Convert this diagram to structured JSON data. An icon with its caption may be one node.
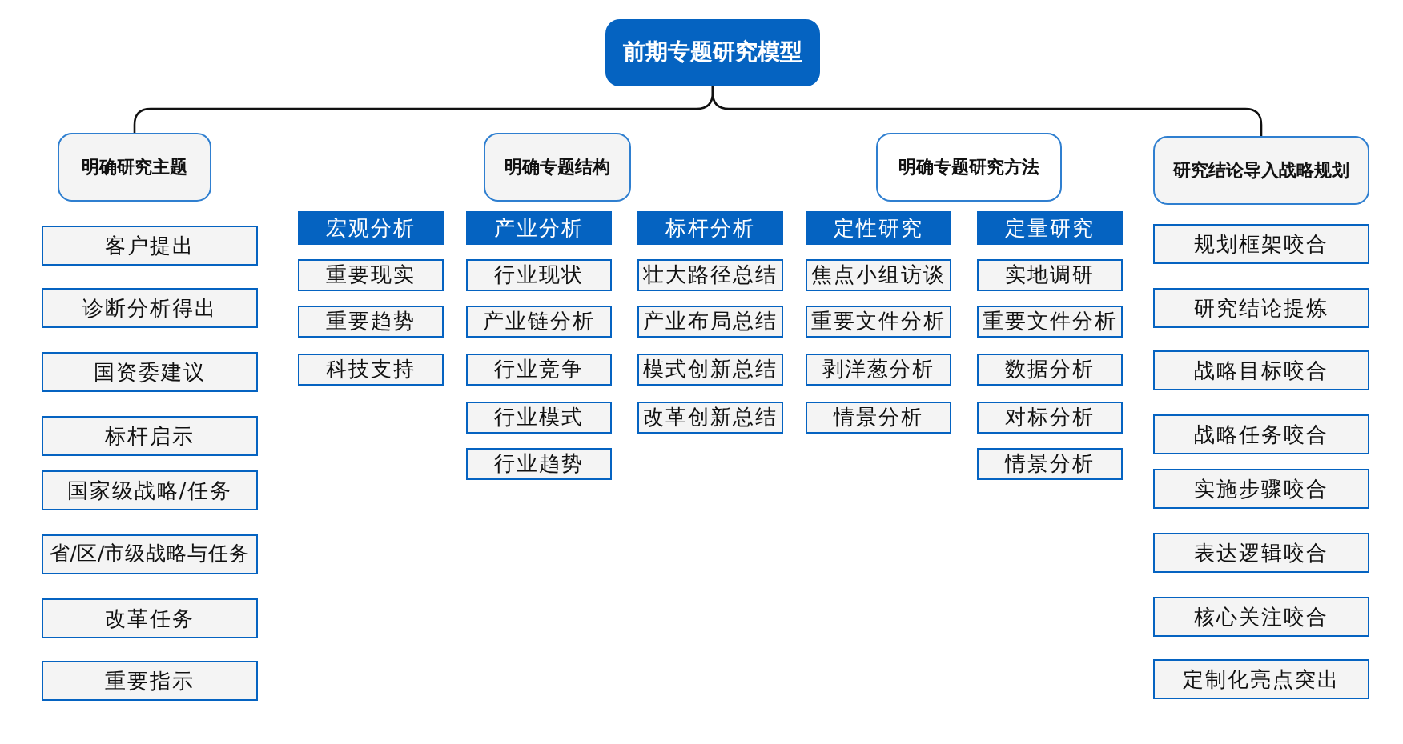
{
  "diagram": {
    "nodes": [
      {
        "text": [
          "前期专题研究模型"
        ]
      },
      {
        "text": [
          "明确研究主题"
        ]
      },
      {
        "text": [
          "明确专题结构"
        ]
      },
      {
        "text": [
          "明确专题研究方法"
        ]
      },
      {
        "text": [
          "研究结论导入战略规划"
        ]
      },
      {
        "text": [
          "客户提出"
        ]
      },
      {
        "text": [
          "诊断分析得出"
        ]
      },
      {
        "text": [
          "国资委建议"
        ]
      },
      {
        "text": [
          "标杆启示"
        ]
      },
      {
        "text": [
          "国家级战略/任务"
        ]
      },
      {
        "text": [
          "省/区/市级战略与任务"
        ]
      },
      {
        "text": [
          "改革任务"
        ]
      },
      {
        "text": [
          "重要指示"
        ]
      },
      {
        "text": [
          "宏观分析"
        ]
      },
      {
        "text": [
          "重要现实"
        ]
      },
      {
        "text": [
          "重要趋势"
        ]
      },
      {
        "text": [
          "科技支持"
        ]
      },
      {
        "text": [
          "产业分析"
        ]
      },
      {
        "text": [
          "行业现状"
        ]
      },
      {
        "text": [
          "产业链分析"
        ]
      },
      {
        "text": [
          "行业竞争"
        ]
      },
      {
        "text": [
          "行业模式"
        ]
      },
      {
        "text": [
          "行业趋势"
        ]
      },
      {
        "text": [
          "标杆分析"
        ]
      },
      {
        "text": [
          "壮大路径总结"
        ]
      },
      {
        "text": [
          "产业布局总结"
        ]
      },
      {
        "text": [
          "模式创新总结"
        ]
      },
      {
        "text": [
          "改革创新总结"
        ]
      },
      {
        "text": [
          "定性研究"
        ]
      },
      {
        "text": [
          "焦点小组访谈"
        ]
      },
      {
        "text": [
          "重要文件分析"
        ]
      },
      {
        "text": [
          "剥洋葱分析"
        ]
      },
      {
        "text": [
          "情景分析"
        ]
      },
      {
        "text": [
          "定量研究"
        ]
      },
      {
        "text": [
          "实地调研"
        ]
      },
      {
        "text": [
          "重要文件分析"
        ]
      },
      {
        "text": [
          "数据分析"
        ]
      },
      {
        "text": [
          "对标分析"
        ]
      },
      {
        "text": [
          "情景分析"
        ]
      },
      {
        "text": [
          "规划框架咬合"
        ]
      },
      {
        "text": [
          "研究结论提炼"
        ]
      },
      {
        "text": [
          "战略目标咬合"
        ]
      },
      {
        "text": [
          "战略任务咬合"
        ]
      },
      {
        "text": [
          "实施步骤咬合"
        ]
      },
      {
        "text": [
          "表达逻辑咬合"
        ]
      },
      {
        "text": [
          "核心关注咬合"
        ]
      },
      {
        "text": [
          "定制化亮点突出"
        ]
      }
    ],
    "edges": [
      {
        "from": 0,
        "to": 1,
        "arrow": "none"
      },
      {
        "from": 0,
        "to": 4,
        "arrow": "none"
      }
    ]
  }
}
